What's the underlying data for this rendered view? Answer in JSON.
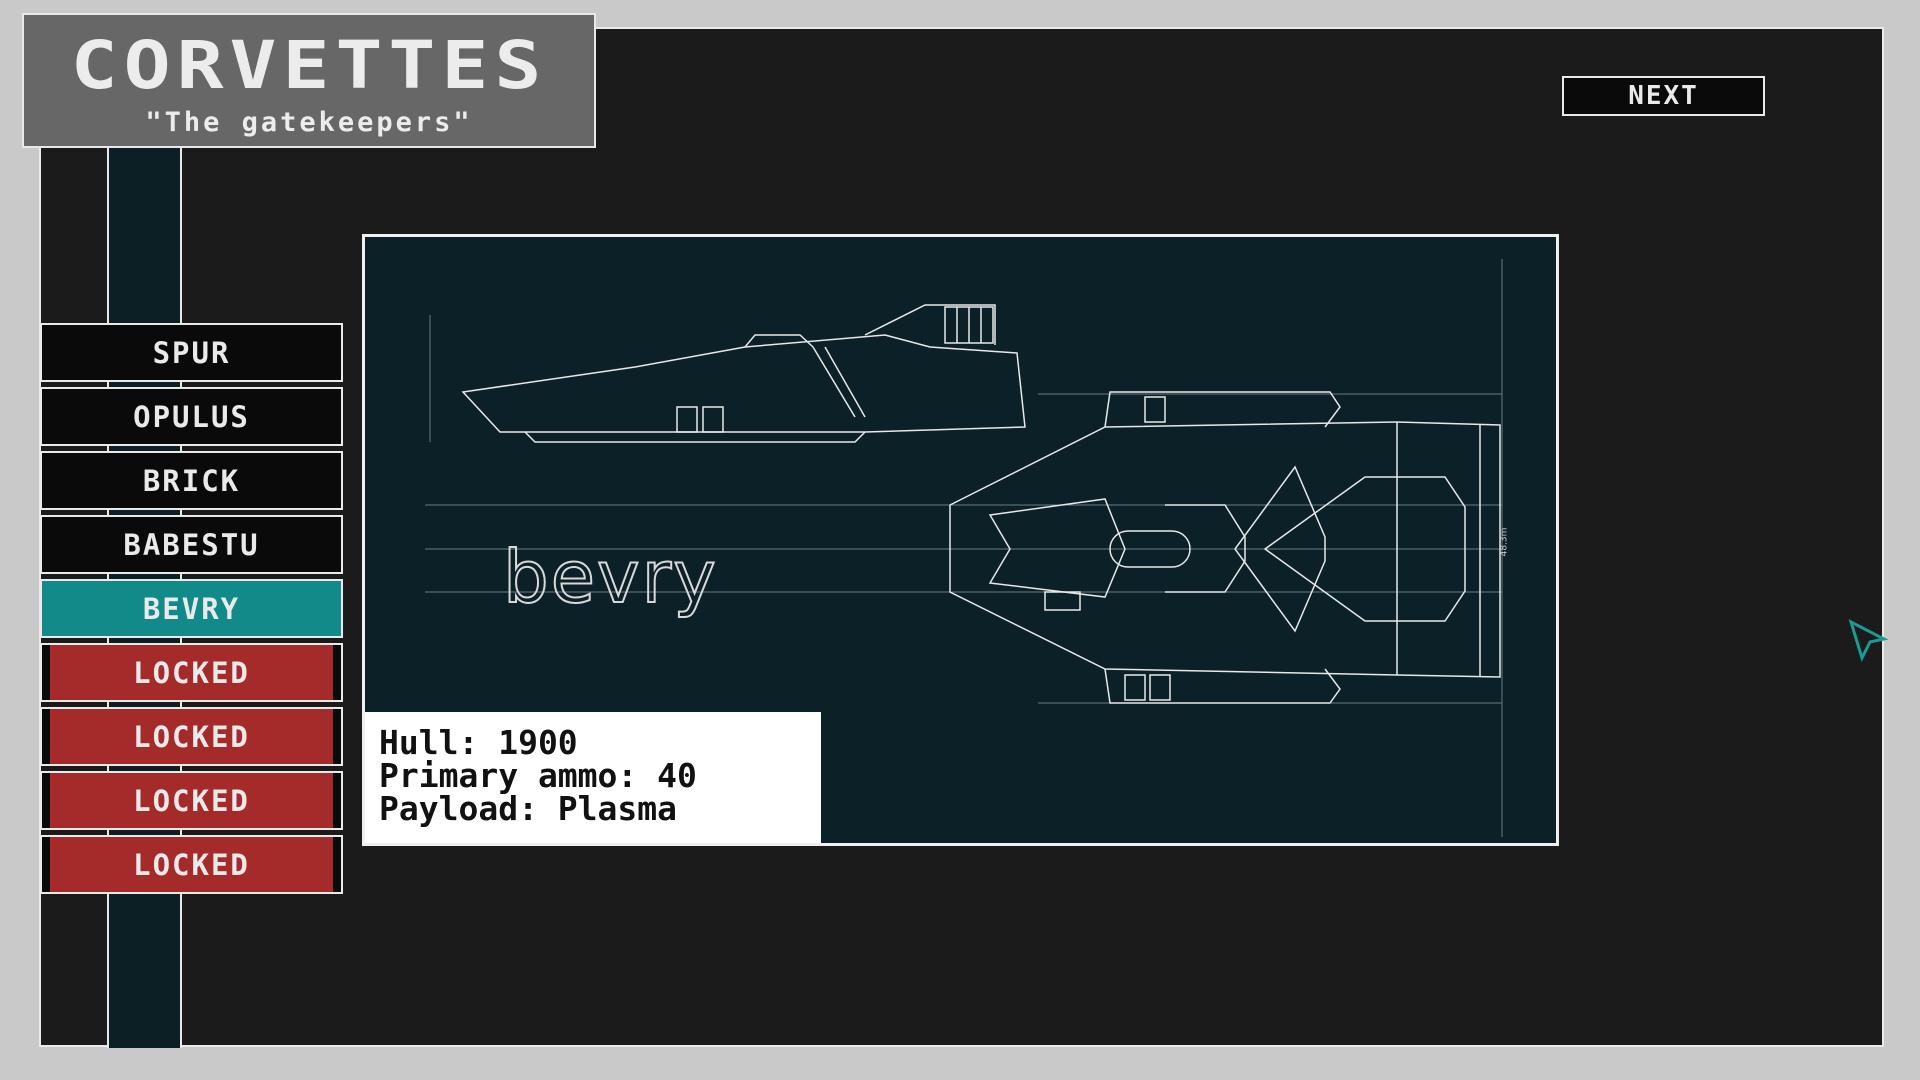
{
  "header": {
    "title": "CORVETTES",
    "subtitle": "\"The gatekeepers\""
  },
  "next_label": "NEXT",
  "ships": [
    {
      "label": "SPUR",
      "state": "normal"
    },
    {
      "label": "OPULUS",
      "state": "normal"
    },
    {
      "label": "BRICK",
      "state": "normal"
    },
    {
      "label": "BABESTU",
      "state": "normal"
    },
    {
      "label": "BEVRY",
      "state": "selected"
    },
    {
      "label": "LOCKED",
      "state": "locked"
    },
    {
      "label": "LOCKED",
      "state": "locked"
    },
    {
      "label": "LOCKED",
      "state": "locked"
    },
    {
      "label": "LOCKED",
      "state": "locked"
    }
  ],
  "blueprint": {
    "ship_name": "bevry",
    "dimension": "48.3m"
  },
  "stats": {
    "hull": "Hull: 1900",
    "ammo": "Primary ammo: 40",
    "payload": "Payload: Plasma"
  },
  "colors": {
    "selected": "#128a8a",
    "locked": "#a52a2a",
    "blueprint_bg": "#0c2028"
  }
}
